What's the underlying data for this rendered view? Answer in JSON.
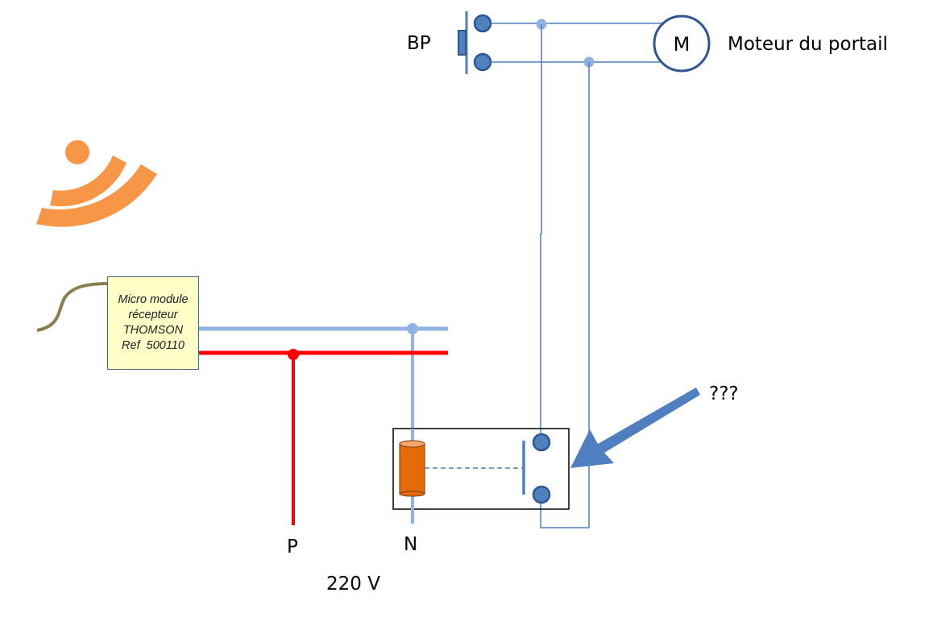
{
  "labels": {
    "push_button": "BP",
    "motor_symbol": "M",
    "motor_caption": "Moteur du portail",
    "question": "???",
    "phase": "P",
    "neutral": "N",
    "voltage": "220 V"
  },
  "module": {
    "lines": [
      "Micro module",
      "récepteur",
      "THOMSON",
      "Ref  500110"
    ]
  },
  "icons": {
    "wireless": "wifi-signal-icon",
    "relay_coil": "relay-coil-icon",
    "arrow": "arrow-icon"
  },
  "colors": {
    "wire_thin": "#4f7fbf",
    "wire_neutral": "#8fb3e0",
    "wire_phase": "#ff0000",
    "terminal_fill": "#4f81bd",
    "terminal_stroke": "#2f5597",
    "coil": "#e36c09",
    "wireless": "#f79646",
    "antenna": "#8b7d52",
    "module_bg": "#ffffc8"
  }
}
